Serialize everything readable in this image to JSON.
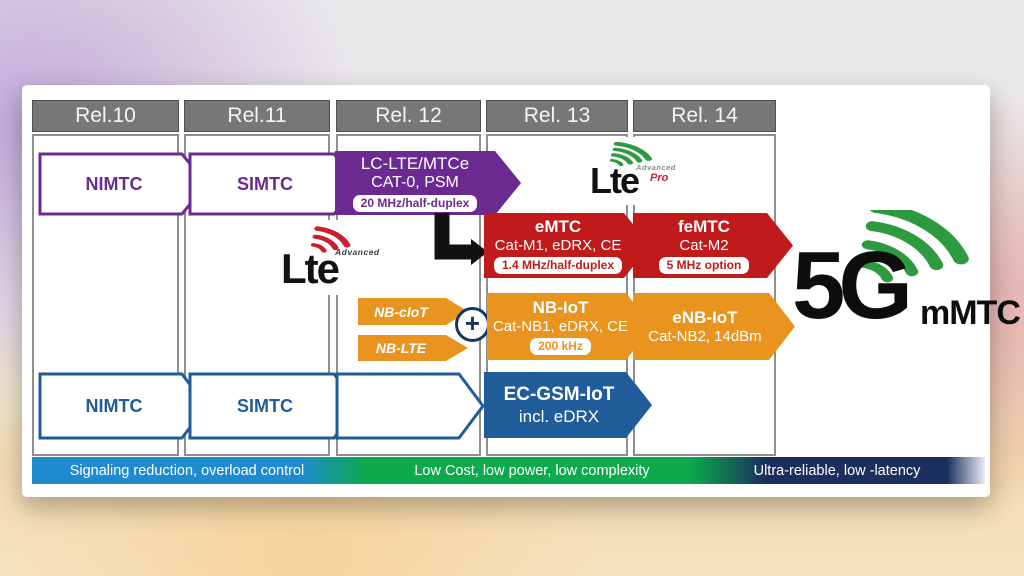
{
  "slide": {
    "columns": [
      {
        "label": "Rel.10"
      },
      {
        "label": "Rel.11"
      },
      {
        "label": "Rel. 12"
      },
      {
        "label": "Rel. 13"
      },
      {
        "label": "Rel. 14"
      }
    ],
    "top_track": {
      "nimtc": "NIMTC",
      "simtc": "SIMTC",
      "lc_lte": {
        "title": "LC-LTE/MTCe",
        "subtitle": "CAT-0,  PSM",
        "badge": "20 MHz/half-duplex"
      },
      "emtc": {
        "title": "eMTC",
        "subtitle": "Cat-M1, eDRX, CE",
        "badge": "1.4 MHz/half-duplex"
      },
      "femtc": {
        "title": "feMTC",
        "subtitle": "Cat-M2",
        "badge": "5 MHz option"
      }
    },
    "mid_track": {
      "nb_ciot": "NB-cIoT",
      "nb_lte": "NB-LTE",
      "plus": "+",
      "nb_iot": {
        "title": "NB-IoT",
        "subtitle": "Cat-NB1, eDRX, CE",
        "badge": "200 kHz"
      },
      "enb_iot": {
        "title": "eNB-IoT",
        "subtitle": "Cat-NB2, 14dBm"
      }
    },
    "bottom_track": {
      "nimtc": "NIMTC",
      "simtc": "SIMTC",
      "ec_gsm": {
        "title": "EC-GSM-IoT",
        "subtitle": "incl. eDRX"
      }
    },
    "logos": {
      "lte_advanced": {
        "brand": "Lte",
        "suffix": "Advanced"
      },
      "lte_advanced_pro": {
        "brand": "Lte",
        "suffix": "Advanced",
        "pro": "Pro"
      },
      "five_g": {
        "brand": "5G",
        "suffix": "mMTC"
      }
    },
    "footer": {
      "segments": [
        {
          "label": "Signaling reduction, overload control",
          "color": "#1e8bd1"
        },
        {
          "label": "Low Cost, low power, low complexity",
          "color": "#0caa4c"
        },
        {
          "label": "Ultra-reliable, low -latency",
          "color": "#1b2f5e"
        }
      ]
    },
    "colors": {
      "purple": "#6b2a91",
      "red": "#c01a1a",
      "orange": "#e8941f",
      "blue": "#1f5c99",
      "navy": "#17365d",
      "header_gray": "#777777",
      "logo_green": "#2d9a3f",
      "logo_red": "#cc1f2e"
    }
  }
}
